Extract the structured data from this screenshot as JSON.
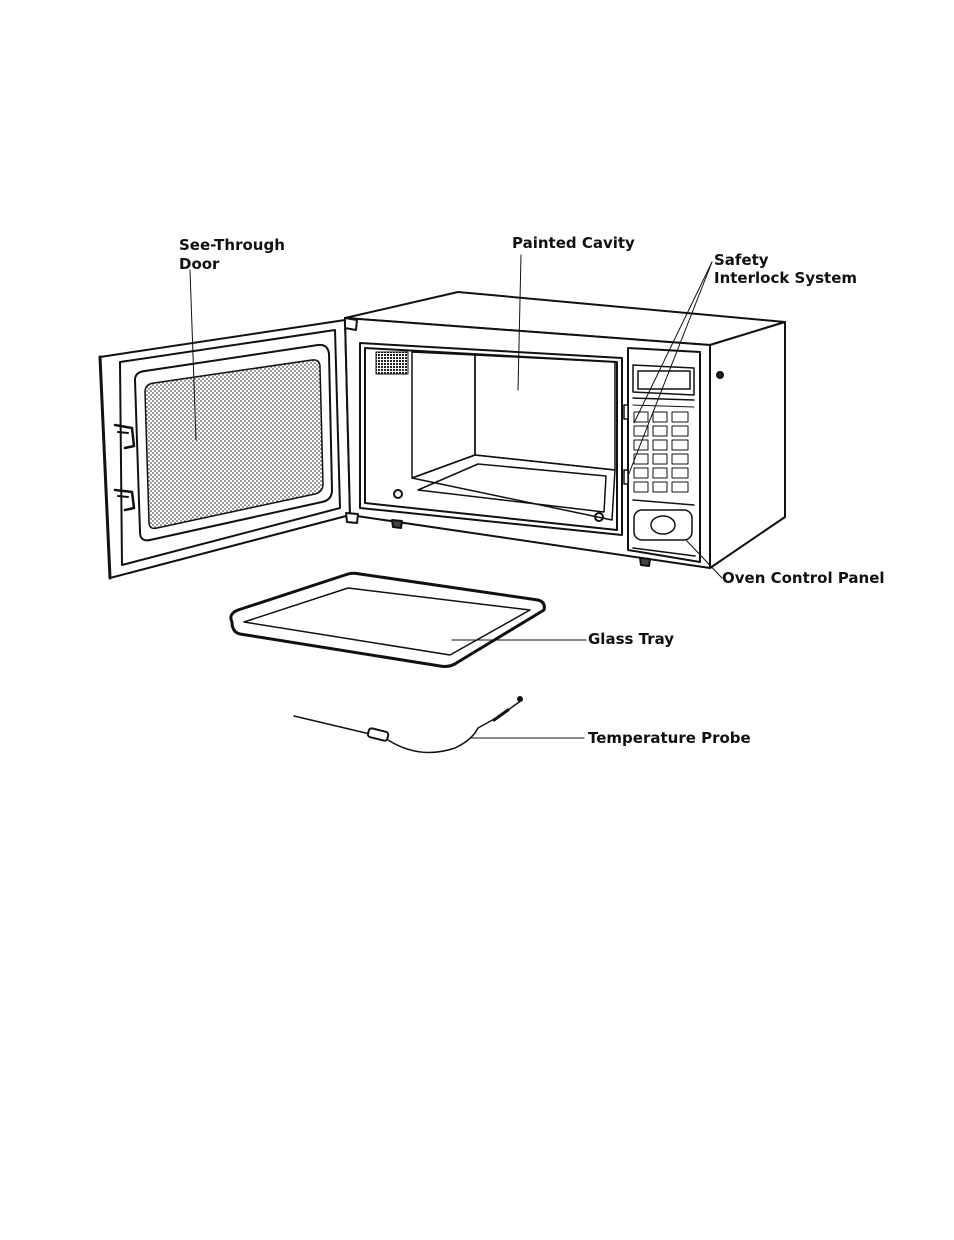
{
  "labels": {
    "door_line1": "See-Through",
    "door_line2": "Door",
    "cavity": "Painted Cavity",
    "safety_line1": "Safety",
    "safety_line2": "Interlock System",
    "control_panel": "Oven Control Panel",
    "glass_tray": "Glass Tray",
    "probe": "Temperature Probe"
  },
  "colors": {
    "ink": "#111111",
    "paper": "#ffffff",
    "shade": "#8a8a8a"
  }
}
